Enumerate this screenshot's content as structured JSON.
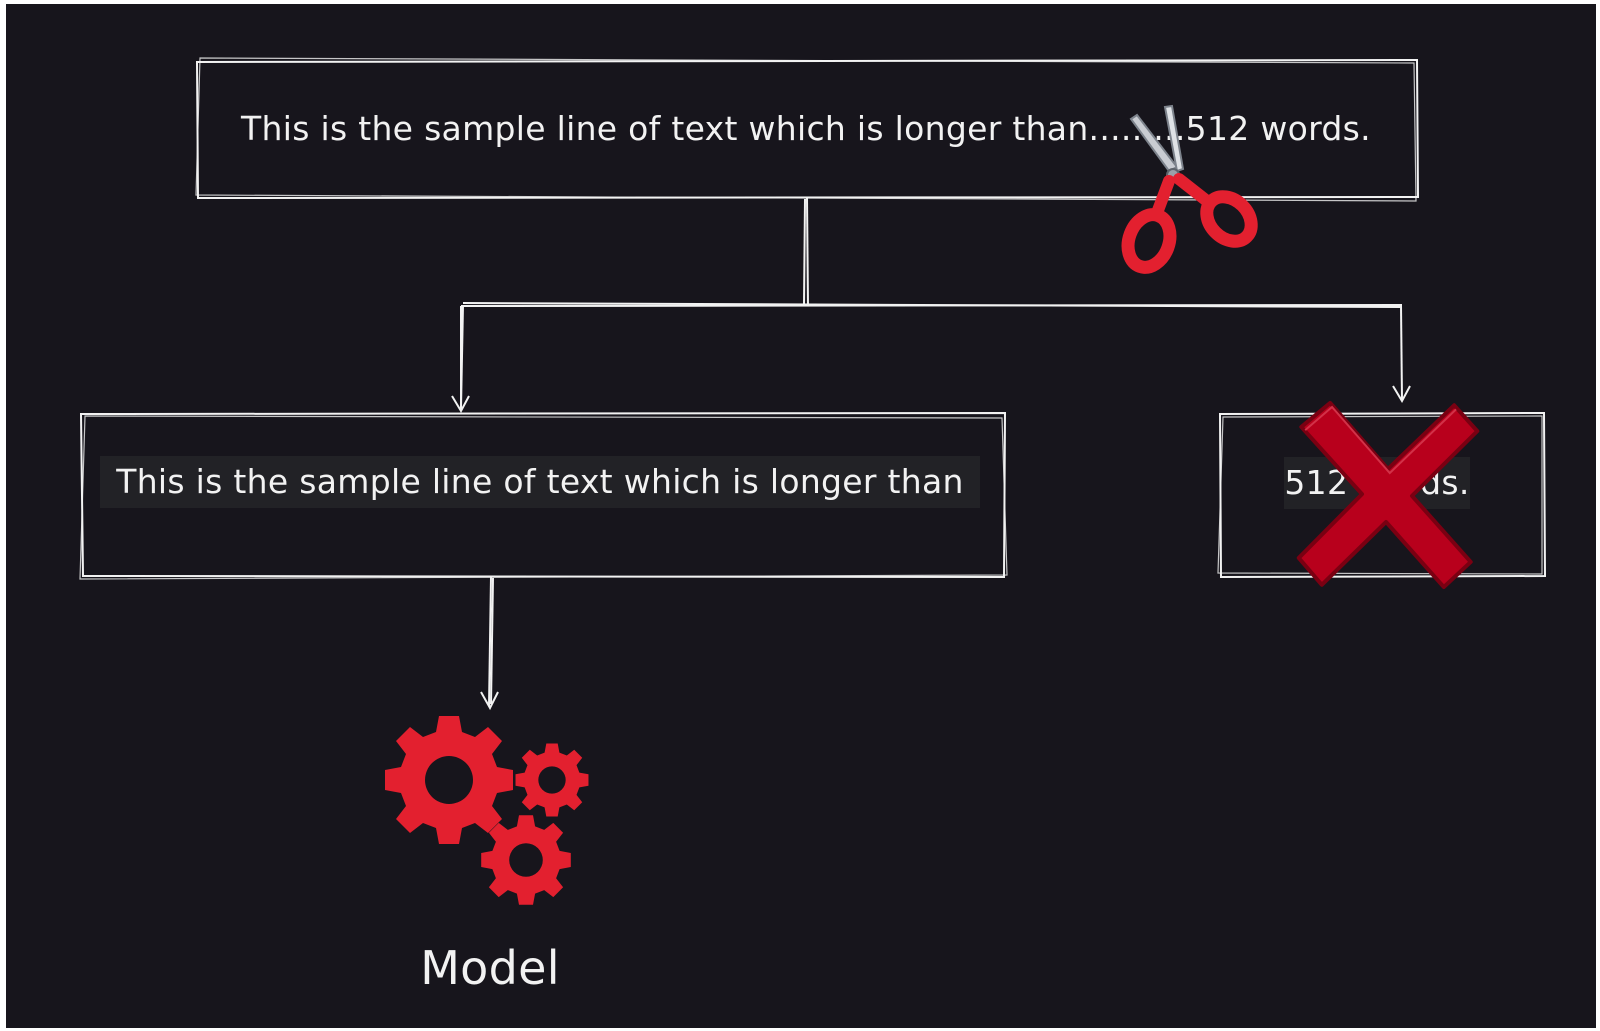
{
  "top_box": {
    "text": "This is the sample line of text which is longer than.........512 words."
  },
  "left_box": {
    "text": "This is the sample line of text which is longer than"
  },
  "right_box": {
    "text": "512 words."
  },
  "model": {
    "label": "Model"
  },
  "icons": {
    "scissors": "scissors-icon",
    "cross": "red-x-icon",
    "gears": "gears-icon"
  },
  "colors": {
    "background": "#17151c",
    "stroke": "#f2f2f2",
    "accent_red": "#e3202f",
    "cross_red": "#b8001c"
  }
}
